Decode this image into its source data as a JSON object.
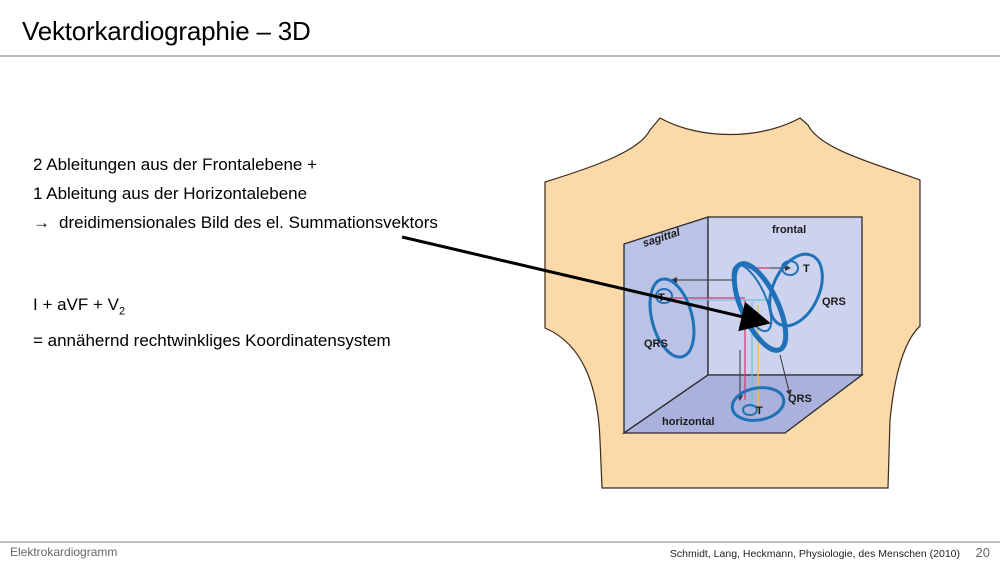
{
  "slide": {
    "title": "Vektorkardiographie – 3D",
    "lines_block1": [
      "2 Ableitungen aus der Frontalebene +",
      "1 Ableitung aus der Horizontalebene",
      "dreidimensionales Bild des el. Summationsvektors"
    ],
    "arrow_symbol": "→",
    "formula_main": "I + aVF + V",
    "formula_sub": "2",
    "formula_result": "= annähernd rechtwinkliges Koordinatensystem"
  },
  "diagram": {
    "label_sagittal": "sagittal",
    "label_frontal": "frontal",
    "label_horizontal": "horizontal",
    "label_qrs": "QRS",
    "label_t": "T",
    "colors": {
      "skin": "#fcd9a8",
      "skin_outline": "#3a2a1a",
      "panel": "#c7cdea",
      "panel_dark": "#9ea6d3",
      "loop": "#1f72b8"
    }
  },
  "footer": {
    "left": "Elektrokardiogramm",
    "source": "Schmidt, Lang, Heckmann, Physiologie, des Menschen (2010)",
    "page": "20"
  }
}
